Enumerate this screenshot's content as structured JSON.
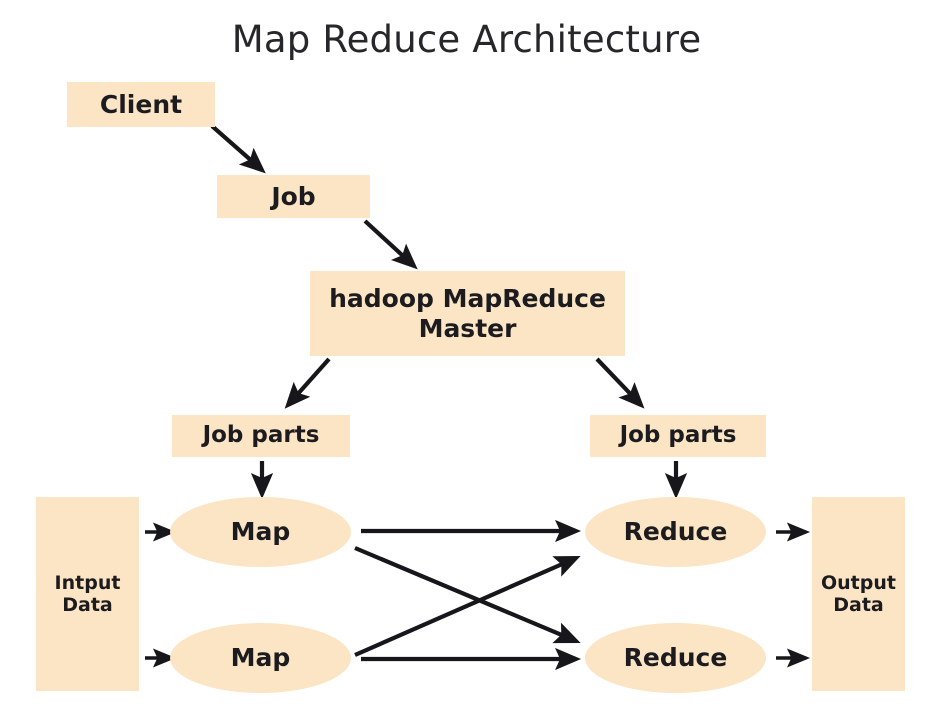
{
  "diagram": {
    "title": "Map Reduce Architecture",
    "palette": {
      "node_fill": "#fce5c4",
      "node_text": "#1c1b1f",
      "title_text": "#27262b",
      "arrow": "#17161a",
      "background": "#ffffff"
    },
    "nodes": {
      "client": {
        "label": "Client",
        "shape": "rect"
      },
      "job": {
        "label": "Job",
        "shape": "rect"
      },
      "master": {
        "label": "hadoop MapReduce Master",
        "shape": "rect"
      },
      "job_parts_left": {
        "label": "Job parts",
        "shape": "rect"
      },
      "job_parts_right": {
        "label": "Job parts",
        "shape": "rect"
      },
      "input_data": {
        "label": "Intput Data",
        "shape": "rect"
      },
      "output_data": {
        "label": "Output Data",
        "shape": "rect"
      },
      "map_1": {
        "label": "Map",
        "shape": "ellipse"
      },
      "map_2": {
        "label": "Map",
        "shape": "ellipse"
      },
      "reduce_1": {
        "label": "Reduce",
        "shape": "ellipse"
      },
      "reduce_2": {
        "label": "Reduce",
        "shape": "ellipse"
      }
    },
    "edges": [
      {
        "from": "client",
        "to": "job"
      },
      {
        "from": "job",
        "to": "master"
      },
      {
        "from": "master",
        "to": "job_parts_left"
      },
      {
        "from": "master",
        "to": "job_parts_right"
      },
      {
        "from": "job_parts_left",
        "to": "map_1"
      },
      {
        "from": "job_parts_right",
        "to": "reduce_1"
      },
      {
        "from": "input_data",
        "to": "map_1"
      },
      {
        "from": "input_data",
        "to": "map_2"
      },
      {
        "from": "map_1",
        "to": "reduce_1"
      },
      {
        "from": "map_1",
        "to": "reduce_2"
      },
      {
        "from": "map_2",
        "to": "reduce_1"
      },
      {
        "from": "map_2",
        "to": "reduce_2"
      },
      {
        "from": "reduce_1",
        "to": "output_data"
      },
      {
        "from": "reduce_2",
        "to": "output_data"
      }
    ]
  }
}
